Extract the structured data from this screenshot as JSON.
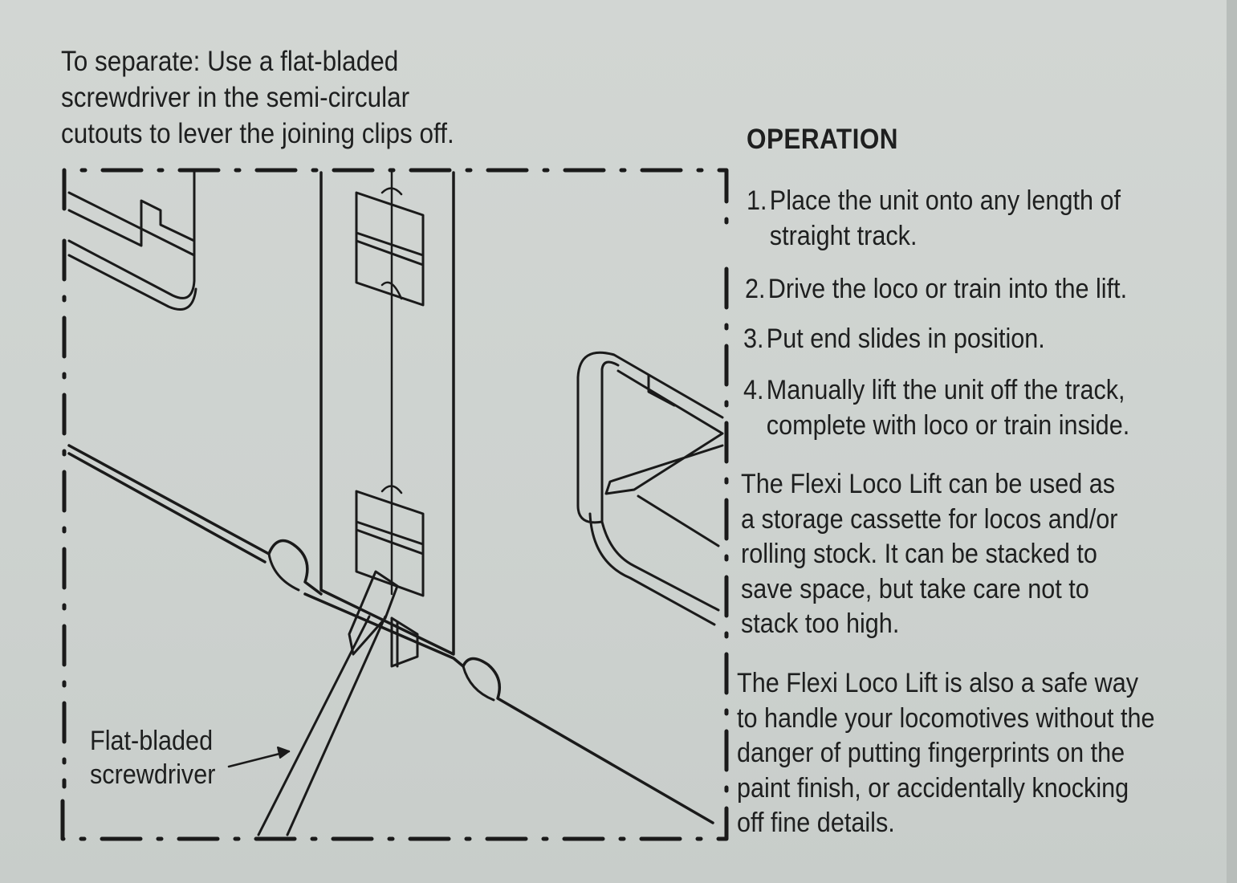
{
  "intro": {
    "lines": [
      "To separate: Use a flat-bladed",
      "screwdriver in the semi-circular",
      "cutouts to lever the joining clips off."
    ]
  },
  "operation": {
    "heading": "OPERATION",
    "steps": [
      {
        "number": "1.",
        "lines": [
          "Place the unit onto any length of",
          "straight track."
        ]
      },
      {
        "number": "2.",
        "lines": [
          "Drive the loco or train into the lift."
        ]
      },
      {
        "number": "3.",
        "lines": [
          "Put end slides in position."
        ]
      },
      {
        "number": "4.",
        "lines": [
          "Manually lift the unit off the track,",
          "complete with loco or train inside."
        ]
      }
    ],
    "paragraph1": [
      "The Flexi Loco Lift can be used as",
      "a storage cassette for locos and/or",
      "rolling stock. It can be stacked to",
      "save space, but take care not to",
      "stack too high."
    ],
    "paragraph2": [
      "The Flexi Loco Lift is also a safe way",
      "to handle your locomotives without the",
      "danger of putting fingerprints on the",
      "paint finish, or accidentally knocking",
      "off fine details."
    ]
  },
  "diagram": {
    "callout": [
      "Flat-bladed",
      "screwdriver"
    ]
  }
}
